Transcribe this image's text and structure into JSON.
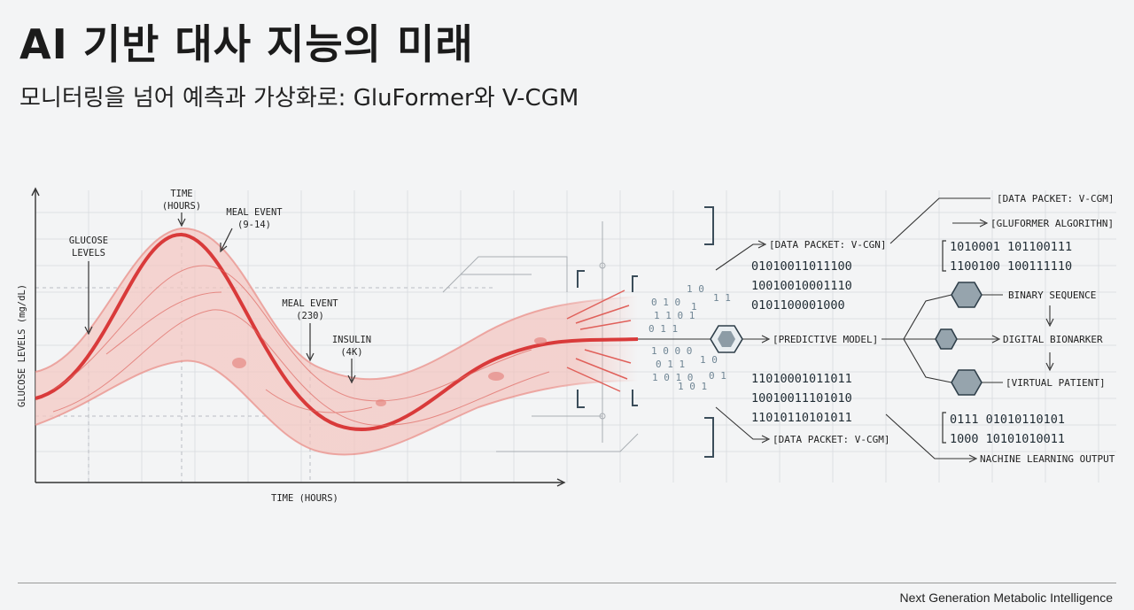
{
  "header": {
    "title": "AI 기반 대사 지능의 미래",
    "subtitle": "모니터링을 넘어 예측과 가상화로: GluFormer와 V-CGM"
  },
  "chart_labels": {
    "y_axis": "GLUCOSE LEVELS (mg/dL)",
    "x_axis": "TIME (HOURS)",
    "glucose_levels": [
      "GLUCOSE",
      "LEVELS"
    ],
    "time_top": [
      "TIME",
      "(HOURS)"
    ],
    "meal_event_1": [
      "MEAL EVENT",
      "(9-14)"
    ],
    "meal_event_2": [
      "MEAL EVENT",
      "(230)"
    ],
    "insulin": [
      "INSULIN",
      "(4K)"
    ]
  },
  "data_flow": {
    "packet_top": "[DATA PACKET: V-CGN]",
    "packet_bottom": "[DATA PACKET: V-CGM]",
    "packet_top_right": "[DATA PACKET: V-CGM]",
    "gluformer": "[GLUFORMER ALGORITHN]",
    "predictive_model": "[PREDICTIVE MODEL]",
    "binary_sequence": "BINARY SEQUENCE",
    "digital_biomarker": "DIGITAL BIONARKER",
    "virtual_patient": "[VIRTUAL PATIENT]",
    "ml_output": "NACHINE LEARNING OUTPUT",
    "binary_rows_top": [
      "01010011011100",
      "10010010001110",
      "0101100001000"
    ],
    "binary_rows_bottom": [
      "11010001011011",
      "10010011101010",
      "11010110101011"
    ],
    "binary_rows_right_top": [
      "1010001  101100111",
      "1100100  100111110"
    ],
    "binary_rows_right_bottom": [
      "0111  01010110101",
      "1000  10101010011"
    ]
  },
  "footer": {
    "tagline": "Next Generation Metabolic Intelligence"
  },
  "colors": {
    "vessel": "#d93a3a",
    "vessel_light": "#f2c4c0",
    "hex_node": "#9aa7b0",
    "line": "#2b2b2b"
  }
}
